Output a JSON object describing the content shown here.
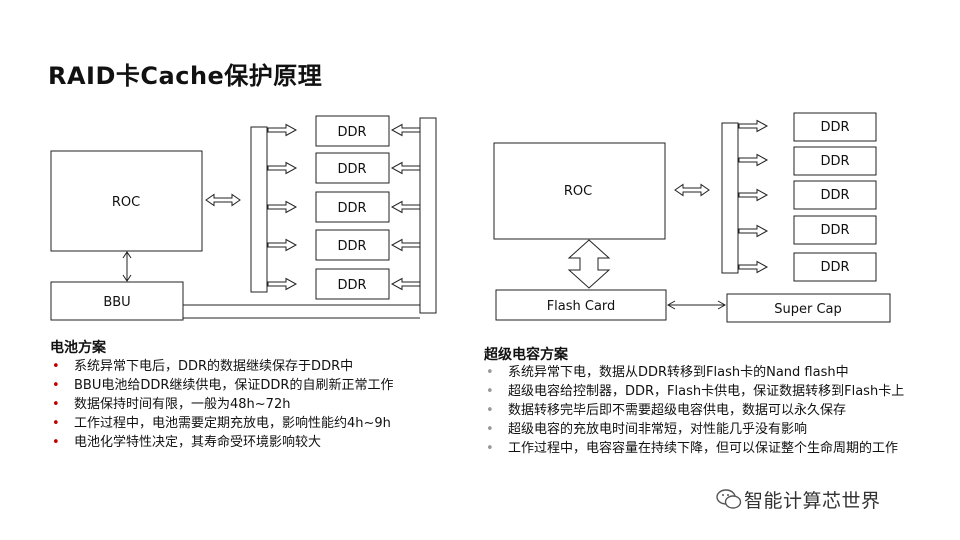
{
  "title": "RAID卡Cache保护原理",
  "left_diagram": {
    "roc": "ROC",
    "bbu": "BBU",
    "ddr": [
      "DDR",
      "DDR",
      "DDR",
      "DDR",
      "DDR"
    ]
  },
  "right_diagram": {
    "roc": "ROC",
    "flash_card": "Flash Card",
    "super_cap": "Super Cap",
    "ddr": [
      "DDR",
      "DDR",
      "DDR",
      "DDR",
      "DDR"
    ]
  },
  "battery_scheme": {
    "heading": "电池方案",
    "items": [
      "系统异常下电后，DDR的数据继续保存于DDR中",
      "BBU电池给DDR继续供电，保证DDR的自刷新正常工作",
      "数据保持时间有限，一般为48h~72h",
      "工作过程中，电池需要定期充放电，影响性能约4h~9h",
      "电池化学特性决定，其寿命受环境影响较大"
    ]
  },
  "supercap_scheme": {
    "heading": "超级电容方案",
    "items": [
      "系统异常下电，数据从DDR转移到Flash卡的Nand flash中",
      "超级电容给控制器，DDR，Flash卡供电，保证数据转移到Flash卡上",
      "数据转移完毕后即不需要超级电容供电，数据可以永久保存",
      "超级电容的充放电时间非常短，对性能几乎没有影响",
      "工作过程中，电容容量在持续下降，但可以保证整个生命周期的工作"
    ]
  },
  "watermark": "智能计算芯世界"
}
